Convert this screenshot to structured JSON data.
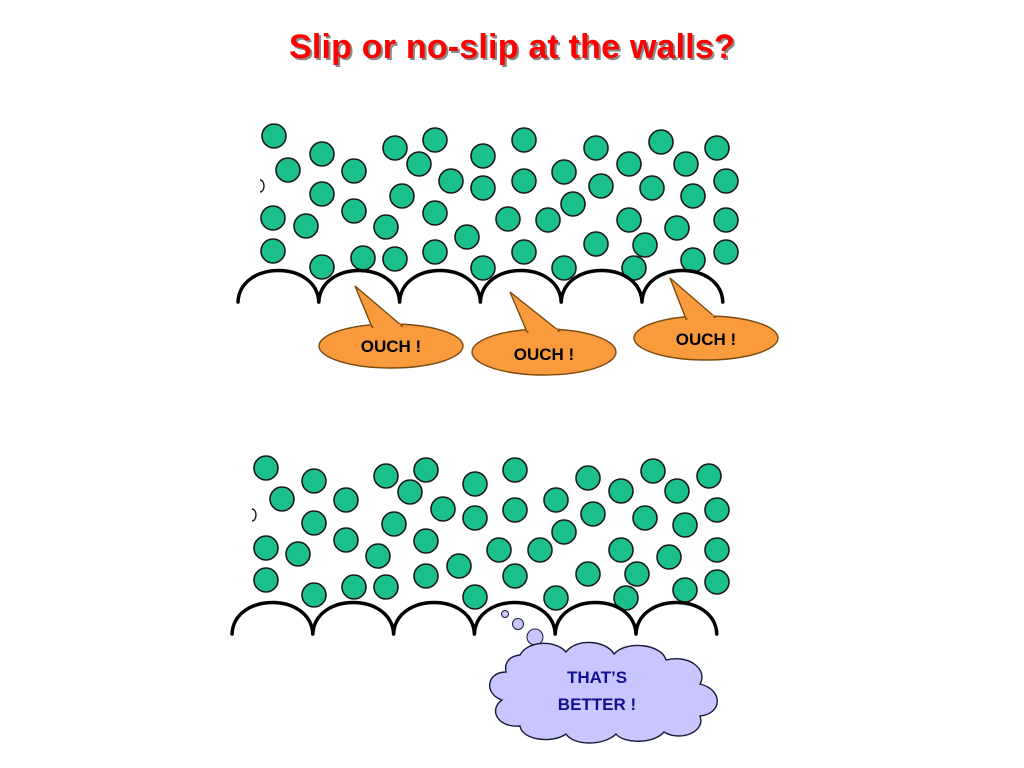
{
  "slide": {
    "title": "Slip or no-slip at the walls?",
    "colors": {
      "title": "#ff0000",
      "particle_fill": "#1bbf8c",
      "particle_stroke": "#1a1a1a",
      "wall": "#000000",
      "speech_fill": "#f99b3c",
      "thought_fill": "#c9c6ff",
      "thought_text": "#101090",
      "speech_text": "#000000"
    }
  },
  "top_scene": {
    "speech_bubbles": [
      {
        "text": "OUCH !"
      },
      {
        "text": "OUCH !"
      },
      {
        "text": "OUCH !"
      }
    ]
  },
  "bottom_scene": {
    "thought_bubble": {
      "line1": "THAT’S",
      "line2": "BETTER !"
    }
  }
}
